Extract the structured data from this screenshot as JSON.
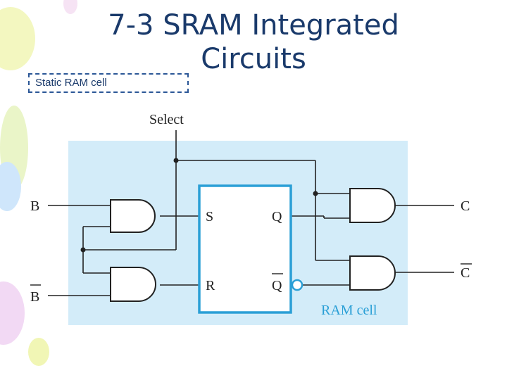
{
  "slide": {
    "title": "7-3 SRAM Integrated Circuits",
    "caption": "Static RAM cell"
  },
  "diagram": {
    "select_label": "Select",
    "input_b": "B",
    "input_b_bar": "B",
    "latch_set": "S",
    "latch_reset": "R",
    "latch_q": "Q",
    "latch_q_bar": "Q",
    "output_c": "C",
    "output_c_bar": "C",
    "cell_label": "RAM cell"
  },
  "colors": {
    "title": "#1a3a6b",
    "cell_fill": "#d3ecf9",
    "latch_border": "#2a9fd6",
    "wire": "#222222",
    "cell_label": "#2a9fd6"
  }
}
